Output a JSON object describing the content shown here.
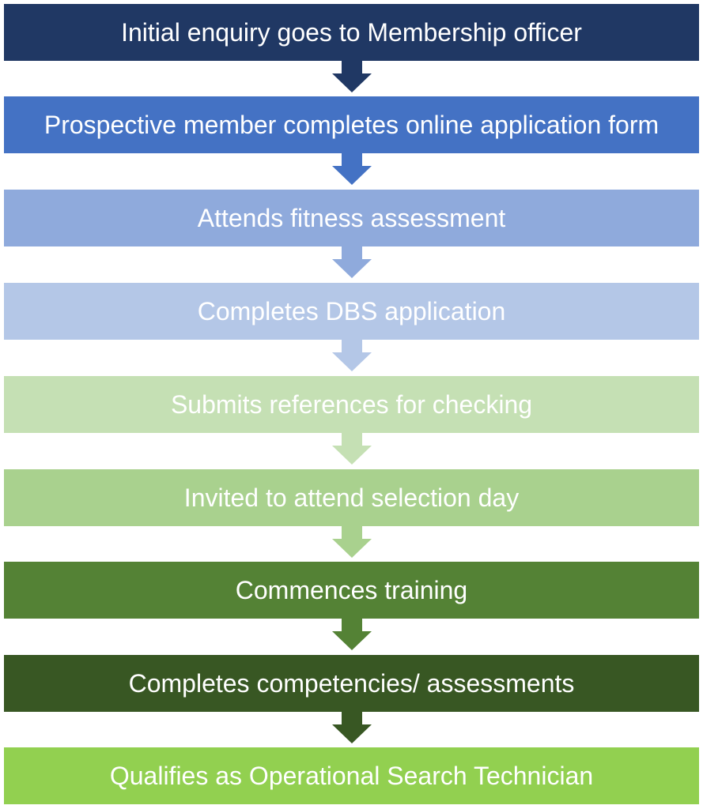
{
  "steps": [
    {
      "label": "Initial enquiry goes to Membership officer",
      "color": "#203864"
    },
    {
      "label": "Prospective member completes online application form",
      "color": "#4472C4"
    },
    {
      "label": "Attends fitness assessment",
      "color": "#8FAADC"
    },
    {
      "label": "Completes DBS application",
      "color": "#B4C7E7"
    },
    {
      "label": "Submits references for checking",
      "color": "#C5E0B4"
    },
    {
      "label": "Invited to attend selection day",
      "color": "#A9D18E"
    },
    {
      "label": "Commences training",
      "color": "#548235"
    },
    {
      "label": "Completes competencies/ assessments",
      "color": "#385723"
    },
    {
      "label": "Qualifies as Operational Search Technician",
      "color": "#92D050"
    }
  ]
}
